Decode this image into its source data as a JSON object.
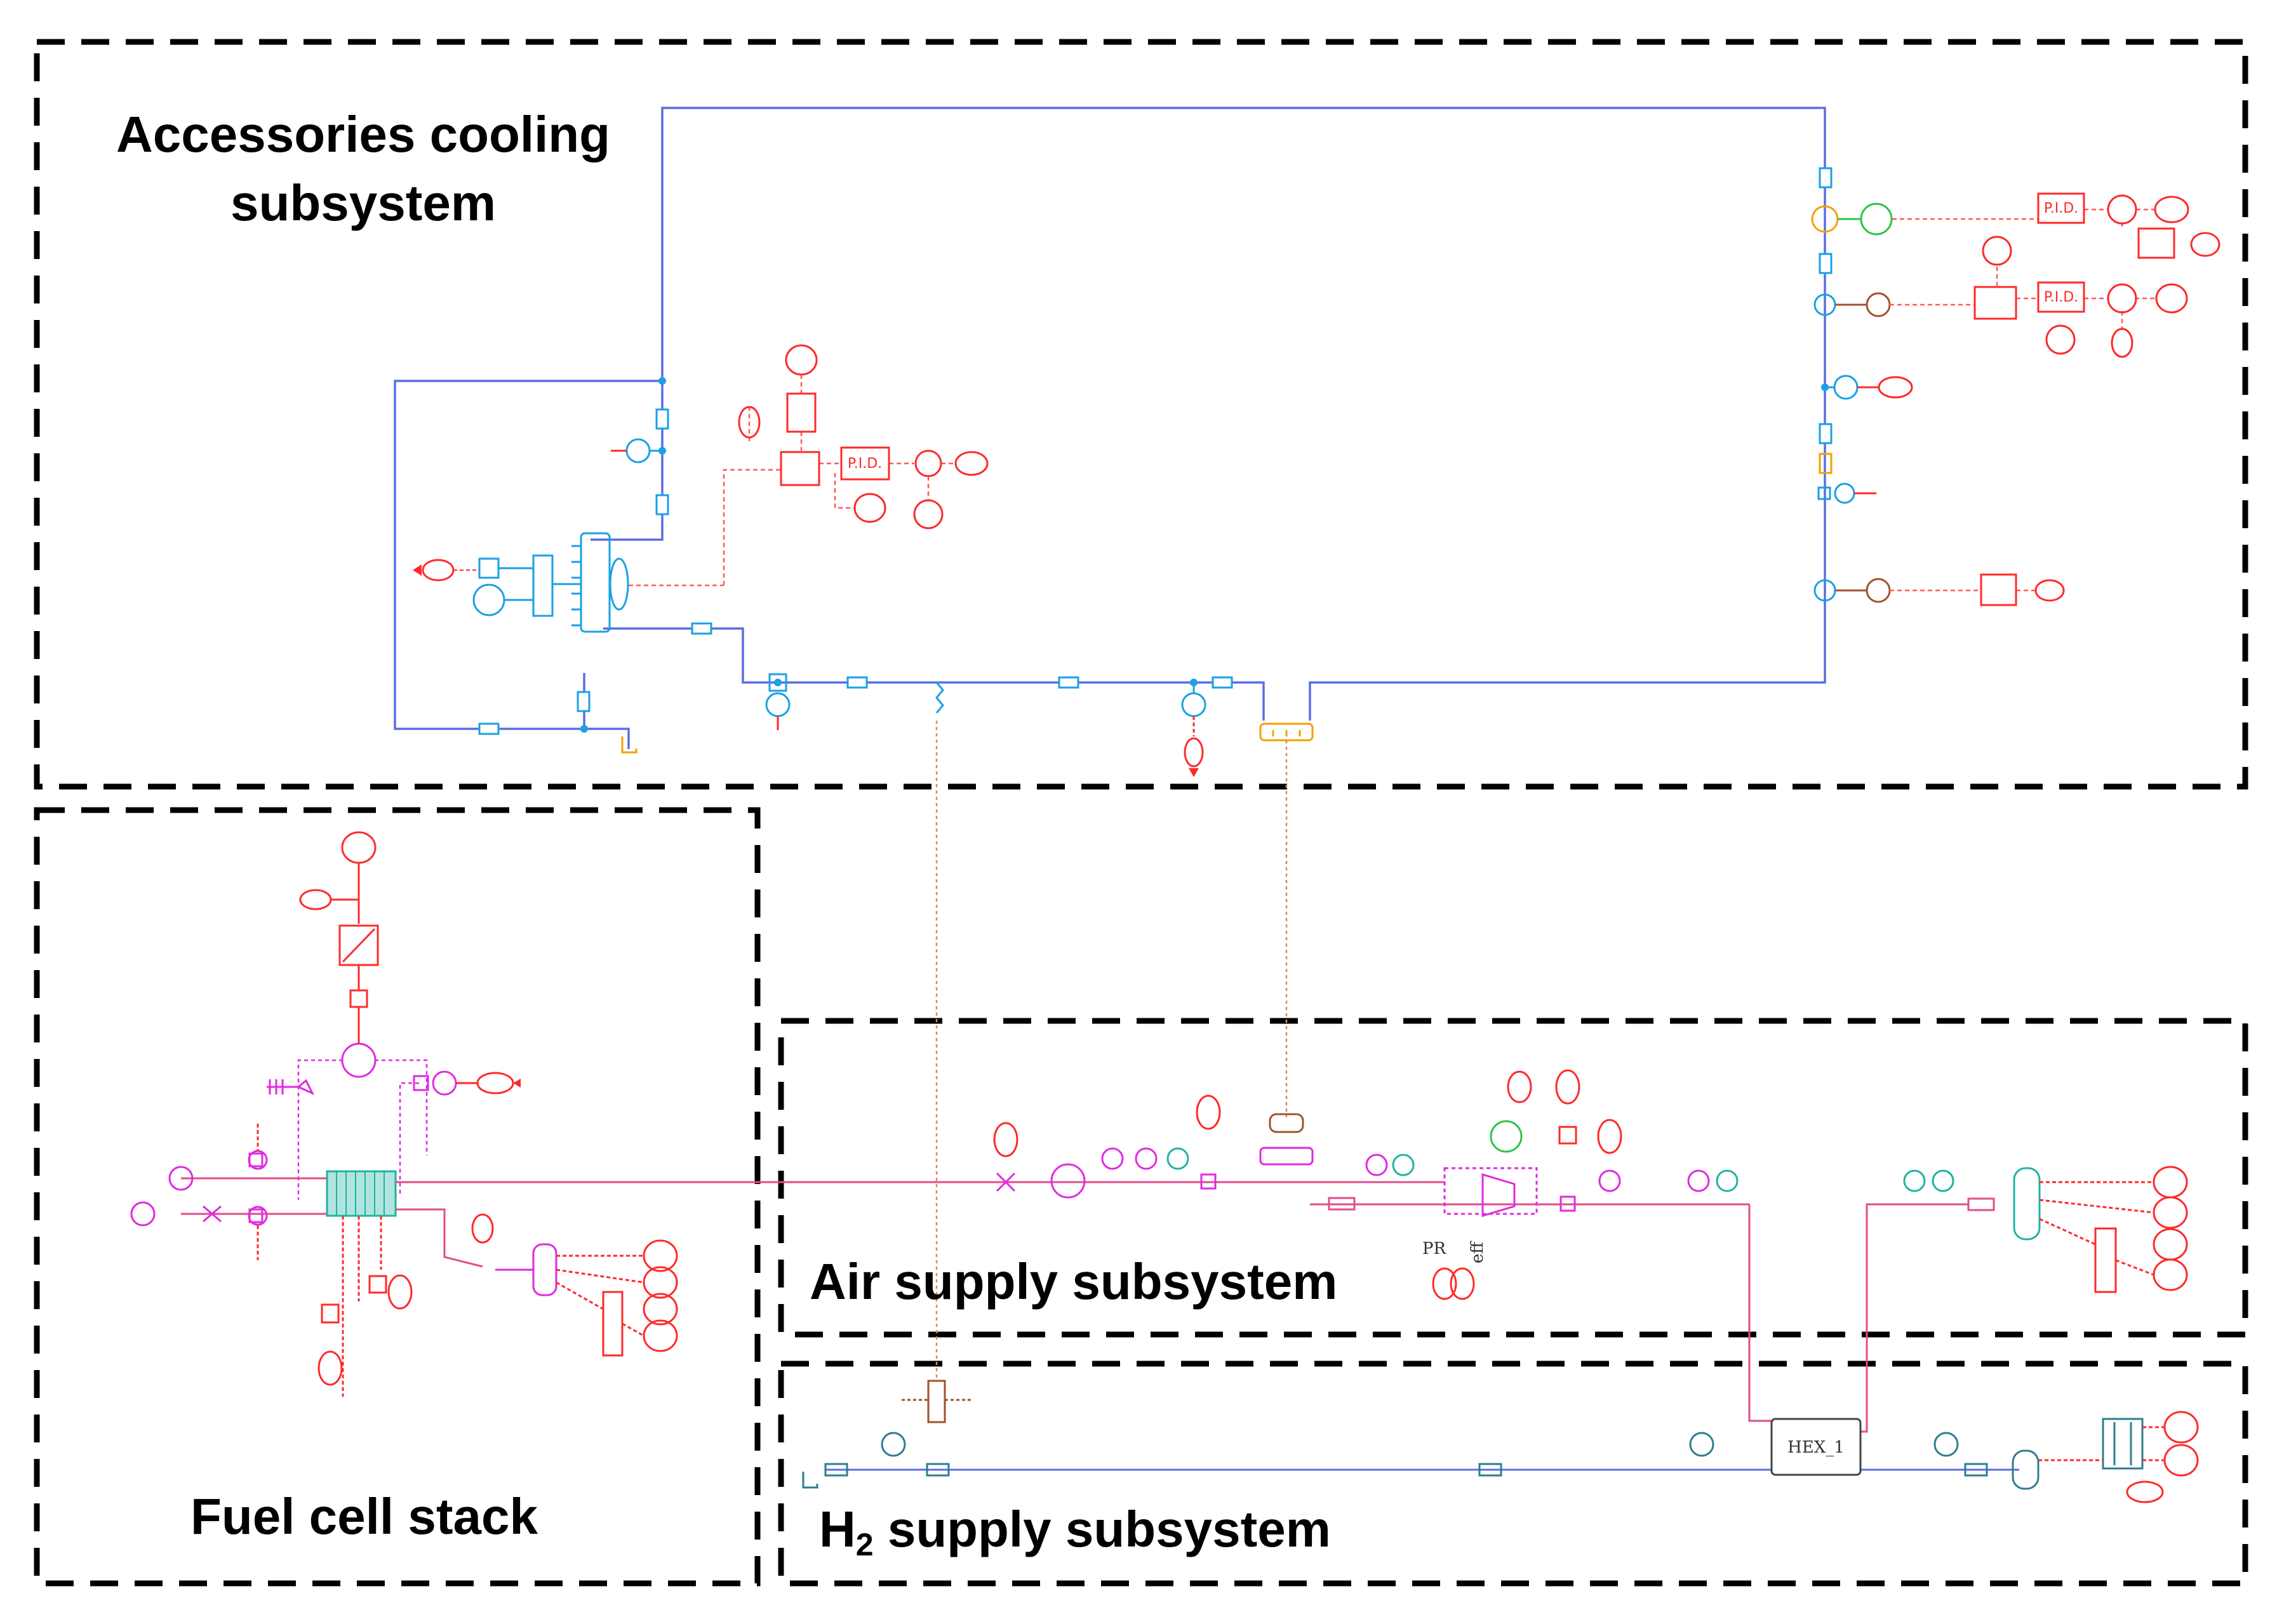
{
  "subsystems": {
    "cooling": {
      "line1": "Accessories cooling",
      "line2": "subsystem"
    },
    "stack": {
      "label": "Fuel cell stack"
    },
    "air": {
      "label": "Air supply subsystem"
    },
    "h2": {
      "prefix": "H",
      "subscript": "2",
      "suffix": " supply subsystem"
    }
  },
  "components": {
    "pid_1": "P.I.D.",
    "pid_2": "P.I.D.",
    "pid_3": "P.I.D.",
    "heat_exchanger": "HEX_1",
    "pr_label": "PR",
    "eff_label": "eff"
  },
  "colors": {
    "cooling": "#5b6ee1",
    "control": "#ff2a2a",
    "control_dashed": "#ff5a5a",
    "thermal_link": "#d98c5a",
    "stack": "#e02ae0",
    "air": "#e04c8c",
    "teal": "#1fb3a2",
    "cyan": "#1aa0e6",
    "orange": "#f5a000",
    "green": "#2fc24a",
    "brown": "#a0522d",
    "h2": "#2e7d90"
  }
}
